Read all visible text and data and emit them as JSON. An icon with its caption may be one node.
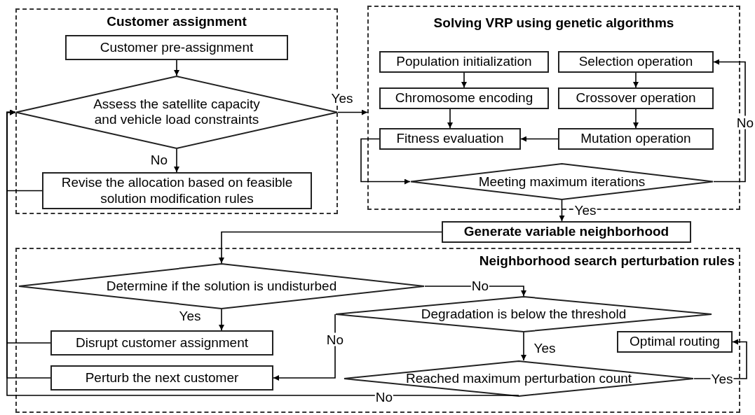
{
  "diagram": {
    "nodes": [
      {
        "text": [
          "Customer assignment"
        ]
      },
      {
        "text": [
          "Customer pre-assignment"
        ],
        "in": 0
      },
      {
        "text": [
          "Assess the satellite capacity and vehicle load constraints"
        ],
        "in": 0
      },
      {
        "text": [
          "Revise the allocation  based on feasible solution modification rules"
        ],
        "in": 0
      },
      {
        "text": [
          "Solving VRP using genetic algorithms"
        ]
      },
      {
        "text": [
          "Population initialization"
        ],
        "in": 4
      },
      {
        "text": [
          "Selection operation"
        ],
        "in": 4
      },
      {
        "text": [
          "Chromosome encoding"
        ],
        "in": 4
      },
      {
        "text": [
          "Crossover operation"
        ],
        "in": 4
      },
      {
        "text": [
          "Fitness evaluation"
        ],
        "in": 4
      },
      {
        "text": [
          "Mutation operation"
        ],
        "in": 4
      },
      {
        "text": [
          "Meeting maximum iterations"
        ],
        "in": 4
      },
      {
        "text": [
          "Generate variable neighborhood"
        ]
      },
      {
        "text": [
          "Neighborhood search perturbation rules"
        ]
      },
      {
        "text": [
          "Determine if the solution is undisturbed"
        ],
        "in": 13
      },
      {
        "text": [
          "Degradation is below the threshold"
        ],
        "in": 13
      },
      {
        "text": [
          "Disrupt customer assignment"
        ],
        "in": 13
      },
      {
        "text": [
          "Optimal routing"
        ],
        "in": 13
      },
      {
        "text": [
          "Perturb the next customer"
        ],
        "in": 13
      },
      {
        "text": [
          "Reached maximum perturbation count"
        ],
        "in": 13
      }
    ],
    "edges": [
      {
        "from": 1,
        "to": 2,
        "arrow": "to"
      },
      {
        "from": 2,
        "to": 4,
        "arrow": "to",
        "label": "Yes"
      },
      {
        "from": 2,
        "to": 3,
        "arrow": "to",
        "label": "No"
      },
      {
        "from": 3,
        "to": 2,
        "arrow": "to"
      },
      {
        "from": 5,
        "to": 7,
        "arrow": "to"
      },
      {
        "from": 7,
        "to": 9,
        "arrow": "to"
      },
      {
        "from": 6,
        "to": 8,
        "arrow": "to"
      },
      {
        "from": 8,
        "to": 10,
        "arrow": "to"
      },
      {
        "from": 10,
        "to": 9,
        "arrow": "to"
      },
      {
        "from": 9,
        "to": 11,
        "arrow": "to"
      },
      {
        "from": 11,
        "to": 6,
        "arrow": "to",
        "label": "No"
      },
      {
        "from": 11,
        "to": 12,
        "arrow": "to",
        "label": "Yes"
      },
      {
        "from": 12,
        "to": 14,
        "arrow": "to"
      },
      {
        "from": 14,
        "to": 15,
        "arrow": "to",
        "label": "No"
      },
      {
        "from": 14,
        "to": 16,
        "arrow": "to",
        "label": "Yes"
      },
      {
        "from": 15,
        "to": 18,
        "arrow": "to",
        "label": "No"
      },
      {
        "from": 15,
        "to": 19,
        "arrow": "to",
        "label": "Yes"
      },
      {
        "from": 19,
        "to": 17,
        "arrow": "to",
        "label": "Yes"
      },
      {
        "from": 16,
        "to": 2,
        "arrow": "to"
      },
      {
        "from": 18,
        "to": 2,
        "arrow": "to"
      },
      {
        "from": 19,
        "to": 2,
        "arrow": "to",
        "label": "No"
      }
    ]
  }
}
